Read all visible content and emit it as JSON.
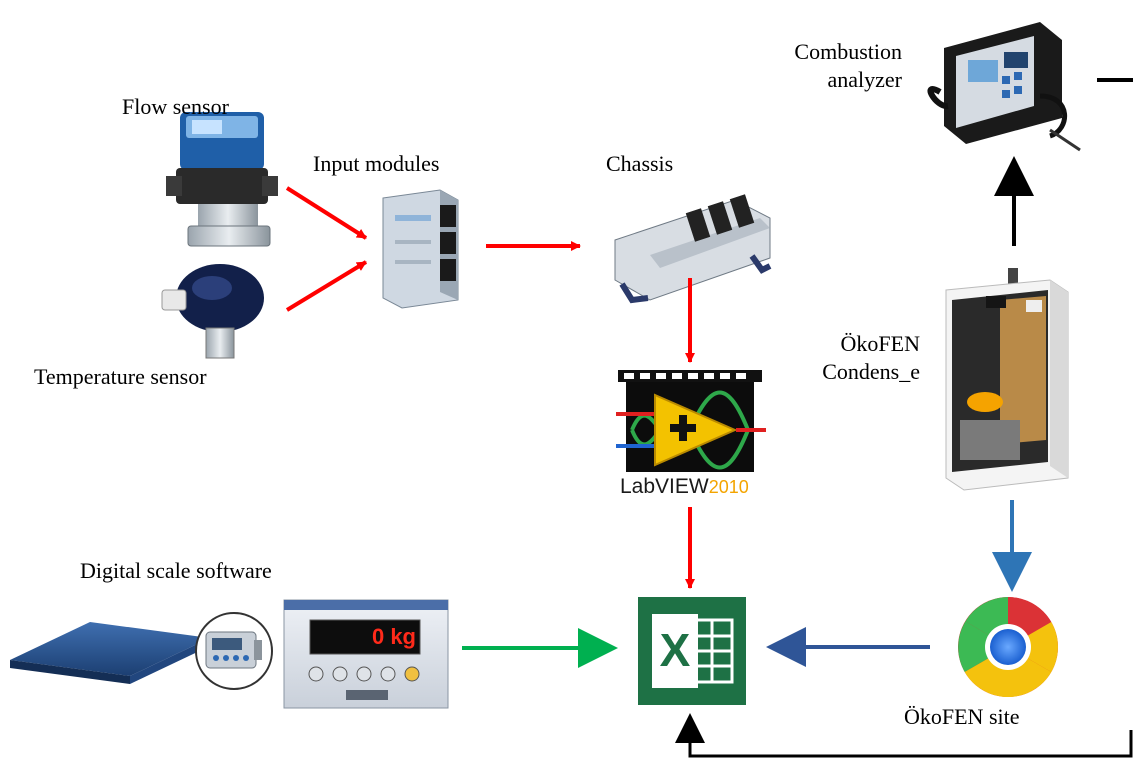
{
  "labels": {
    "flow_sensor": "Flow sensor",
    "temperature_sensor": "Temperature sensor",
    "input_modules": "Input modules",
    "chassis": "Chassis",
    "combustion_analyzer_line1": "Combustion",
    "combustion_analyzer_line2": "analyzer",
    "okofen_line1": "ÖkoFEN",
    "okofen_line2": "Condens_e",
    "digital_scale_software": "Digital scale software",
    "okofen_site": "ÖkoFEN site"
  },
  "devices": {
    "labview_brand": "LabVIEW",
    "labview_year": "2010",
    "scale_display": "0 kg",
    "excel_letter": "X"
  },
  "colors": {
    "sensor_arrows": "#ff0000",
    "scale_arrow": "#00b050",
    "site_arrows": "#2e75b6",
    "analyzer_arrows": "#000000",
    "excel_green": "#1e7145",
    "display_red": "#ff2a1a"
  }
}
